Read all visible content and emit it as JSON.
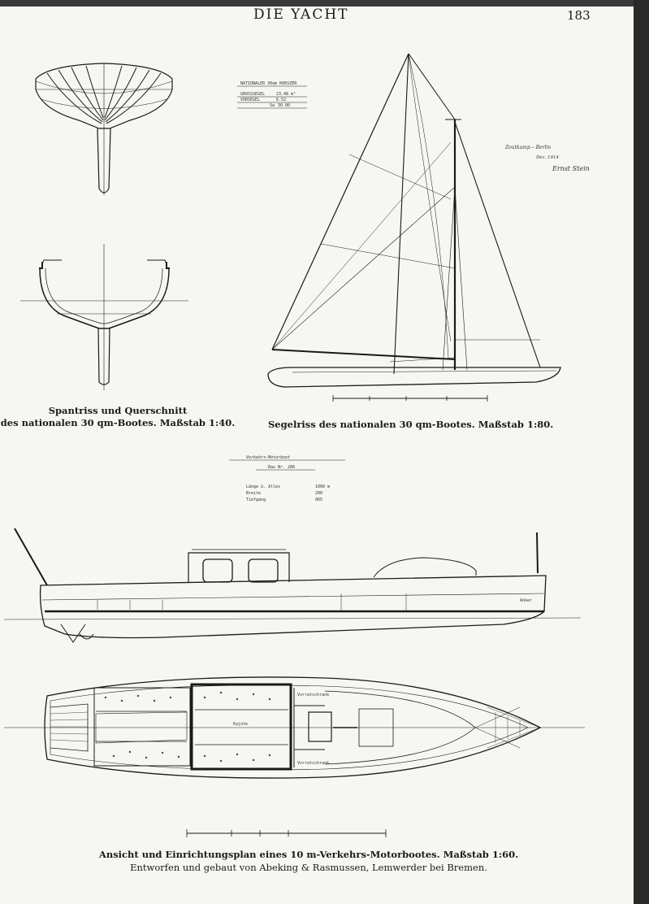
{
  "header": {
    "title": "DIE YACHT",
    "page_number": "183"
  },
  "captions": {
    "body_plan_line1": "Spantriss und Querschnitt",
    "body_plan_line2": "des nationalen 30 qm-Bootes.  Maßstab 1:40.",
    "sail_plan": "Segelriss des nationalen 30 qm-Bootes.  Maßstab 1:80.",
    "motorboat_line1": "Ansicht und Einrichtungsplan eines 10 m-Verkehrs-Motorbootes.  Maßstab 1:60.",
    "motorboat_line2": "Entworfen und gebaut von Abeking & Rasmussen, Lemwerder bei Bremen."
  },
  "sail_table": {
    "title": "NATIONALER 30qm KREUZER",
    "rows": [
      {
        "label": "GROSSSEGEL",
        "value": "23.48 m²"
      },
      {
        "label": "VORSEGEL",
        "value": "6.52"
      },
      {
        "label": "Sa",
        "value": "30.00"
      }
    ]
  },
  "motorboat_table": {
    "title": "Verkehrs-Motorboot",
    "subtitle": "Bau Nr. 286",
    "rows": [
      {
        "label": "Länge ü. Alles",
        "value": "1000 m"
      },
      {
        "label": "Breite",
        "value": "200"
      },
      {
        "label": "Tiefgang",
        "value": "065"
      }
    ]
  },
  "signature": {
    "place": "Zoutkamp – Berlin",
    "date": "Dez. 1914",
    "name": "Ernst Stein"
  },
  "deck_labels": {
    "cabin": "Kajüte",
    "locker_top": "Vorratschrank",
    "locker_bottom": "Vorratschrank",
    "bow": "Anker"
  },
  "colors": {
    "paper": "#f6f6f3",
    "ink": "#1a1a1a"
  }
}
